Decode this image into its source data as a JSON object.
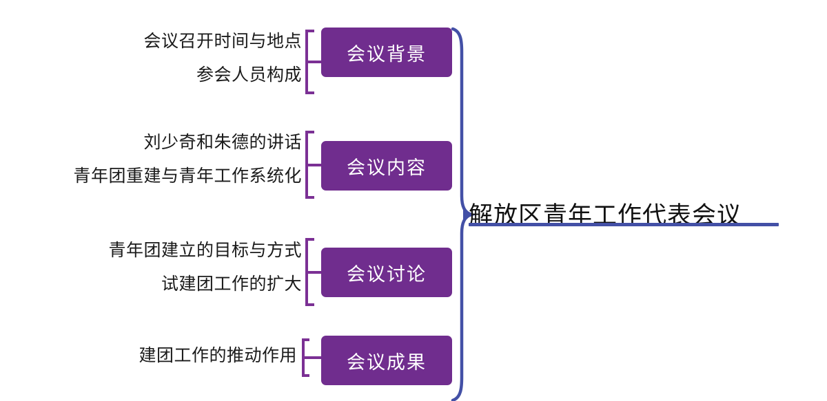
{
  "diagram": {
    "type": "mind-map",
    "orientation": "right-root-left-branches",
    "root": {
      "label": "解放区青年工作代表会议",
      "underline_color": "#4350a6",
      "text_color": "#111111"
    },
    "colors": {
      "branch_fill": "#702d8e",
      "branch_text": "#ffffff",
      "bracket": "#7b3094",
      "spine": "#4350a6",
      "leaf_text": "#1a1a1a",
      "background": "#ffffff"
    },
    "branches": [
      {
        "label": "会议背景",
        "leaves": [
          "会议召开时间与地点",
          "参会人员构成"
        ]
      },
      {
        "label": "会议内容",
        "leaves": [
          "刘少奇和朱德的讲话",
          "青年团重建与青年工作系统化"
        ]
      },
      {
        "label": "会议讨论",
        "leaves": [
          "青年团建立的目标与方式",
          "试建团工作的扩大"
        ]
      },
      {
        "label": "会议成果",
        "leaves": [
          "建团工作的推动作用"
        ]
      }
    ]
  }
}
